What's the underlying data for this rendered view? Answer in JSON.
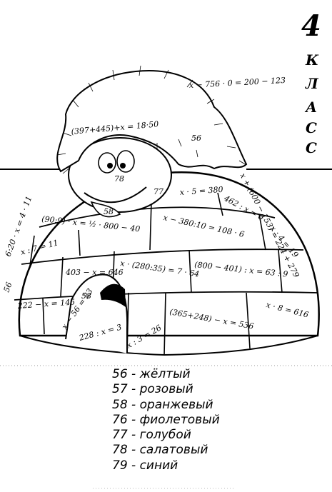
{
  "grade": {
    "number": "4",
    "letters": [
      "К",
      "Л",
      "А",
      "С",
      "С"
    ]
  },
  "equations": {
    "top": "x − 756 · 0 = 200 − 123",
    "hat": "(397+445)+x = 18·50",
    "hat_num": "56",
    "eye_num": "78",
    "e77": "77",
    "e380": "x · 5 = 380",
    "e462": "462 : x = 6",
    "eright": "x + (600 − 153) = 224 + 279",
    "e58a": "58",
    "e90": "(90:9) · x = ½ · 800 − 40",
    "e380b": "x − 380:10 = 108 · 6",
    "e419": "x : 4 = 19",
    "e620": "6:20 · x = 4 · 11",
    "e711": "x : 7 = 11",
    "e403": "403 − x = 646",
    "e280": "x · (280:35) = 7 · 64",
    "e800": "(800 − 401) : x = 63 : 9",
    "e56": "56",
    "e222": "222 − x = 145",
    "e5623": "x − 56 = 23",
    "e58b": "58",
    "e816": "x · 8 = 616",
    "e228": "228 : x = 3",
    "e326": "x : 3 = 26",
    "e365": "(365+248) − x = 536"
  },
  "legend": [
    "56 - жёлтый",
    "57 - розовый",
    "58 - оранжевый",
    "76 - фиолетовый",
    "77 - голубой",
    "78 - салатовый",
    "79 - синий"
  ]
}
